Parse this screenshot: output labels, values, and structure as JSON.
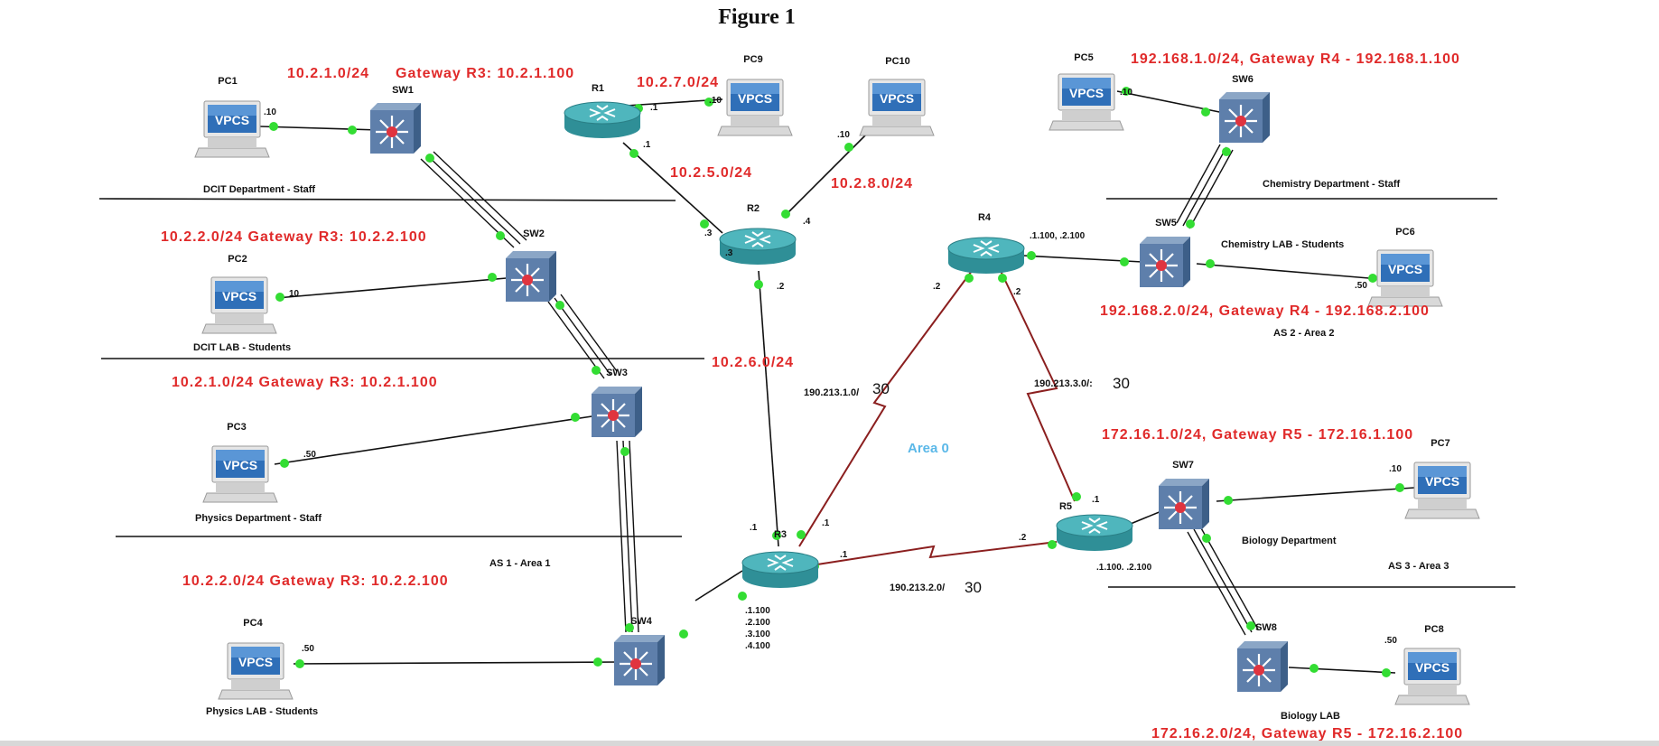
{
  "title": "Figure 1",
  "area0": "Area 0",
  "colors": {
    "subnet_text": "#e02a2a",
    "area0": "#5bb8e8",
    "wan_link": "#8b1f1f",
    "port_dot": "#33dd33"
  },
  "devices": {
    "R1": "R1",
    "R2": "R2",
    "R3": "R3",
    "R4": "R4",
    "R5": "R5",
    "SW1": "SW1",
    "SW2": "SW2",
    "SW3": "SW3",
    "SW4": "SW4",
    "SW5": "SW5",
    "SW6": "SW6",
    "SW7": "SW7",
    "SW8": "SW8",
    "PC1": "PC1",
    "PC2": "PC2",
    "PC3": "PC3",
    "PC4": "PC4",
    "PC5": "PC5",
    "PC6": "PC6",
    "PC7": "PC7",
    "PC8": "PC8",
    "PC9": "PC9",
    "PC10": "PC10",
    "vpcs": "VPCS"
  },
  "subnets": {
    "pc1_net": "10.2.1.0/24",
    "pc1_gw": "Gateway R3: 10.2.1.100",
    "pc2": "10.2.2.0/24 Gateway R3: 10.2.2.100",
    "pc3": "10.2.1.0/24 Gateway R3: 10.2.1.100",
    "pc4": "10.2.2.0/24 Gateway R3: 10.2.2.100",
    "r1_pc9": "10.2.7.0/24",
    "r1_r2": "10.2.5.0/24",
    "r2_pc10": "10.2.8.0/24",
    "r2_r3": "10.2.6.0/24",
    "pc5": "192.168.1.0/24, Gateway R4 - 192.168.1.100",
    "pc6": "192.168.2.0/24, Gateway R4 - 192.168.2.100",
    "pc7": "172.16.1.0/24, Gateway R5 - 172.16.1.100",
    "pc8": "172.16.2.0/24, Gateway R5 - 172.16.2.100"
  },
  "wan": {
    "r3_r4": "190.213.1.0/",
    "r3_r4_mask": "30",
    "r4_r5": "190.213.3.0/:",
    "r4_r5_mask": "30",
    "r3_r5": "190.213.2.0/",
    "r3_r5_mask": "30"
  },
  "iface": {
    "pc1": ".10",
    "pc2": "10",
    "pc3": ".50",
    "pc4": ".50",
    "pc5": ".10",
    "pc6": ".50",
    "pc7": ".10",
    "pc8": ".50",
    "pc9": ".10",
    "pc10": ".10",
    "r1_pc9": ".1",
    "r1_r2": ".1",
    "r2_r1": ".3",
    "r2_inner": ".3",
    "r2_pc10": ".4",
    "r2_r3": ".2",
    "r3_left": ".1",
    "r3_r4": ".1",
    "r3_r5": ".1",
    "r3_sub1": ".1.100",
    "r3_sub2": ".2.100",
    "r3_sub3": ".3.100",
    "r3_sub4": ".4.100",
    "r4_sw5": ".1.100, .2.100",
    "r4_r3": ".2",
    "r4_r5": ".2",
    "r5_r4": ".1",
    "r5_r3": ".2",
    "r5_sub": ".1.100. .2.100"
  },
  "sections": {
    "dcit_staff": "DCIT Department - Staff",
    "dcit_lab": "DCIT  LAB - Students",
    "physics_staff": "Physics Department  - Staff",
    "physics_lab": "Physics LAB - Students",
    "as1": "AS 1 - Area 1",
    "chem_staff": "Chemistry Department - Staff",
    "chem_lab": "Chemistry LAB - Students",
    "as2": "AS 2 - Area 2",
    "bio_dept": "Biology Department",
    "bio_lab": "Biology LAB",
    "as3": "AS 3 - Area 3"
  }
}
